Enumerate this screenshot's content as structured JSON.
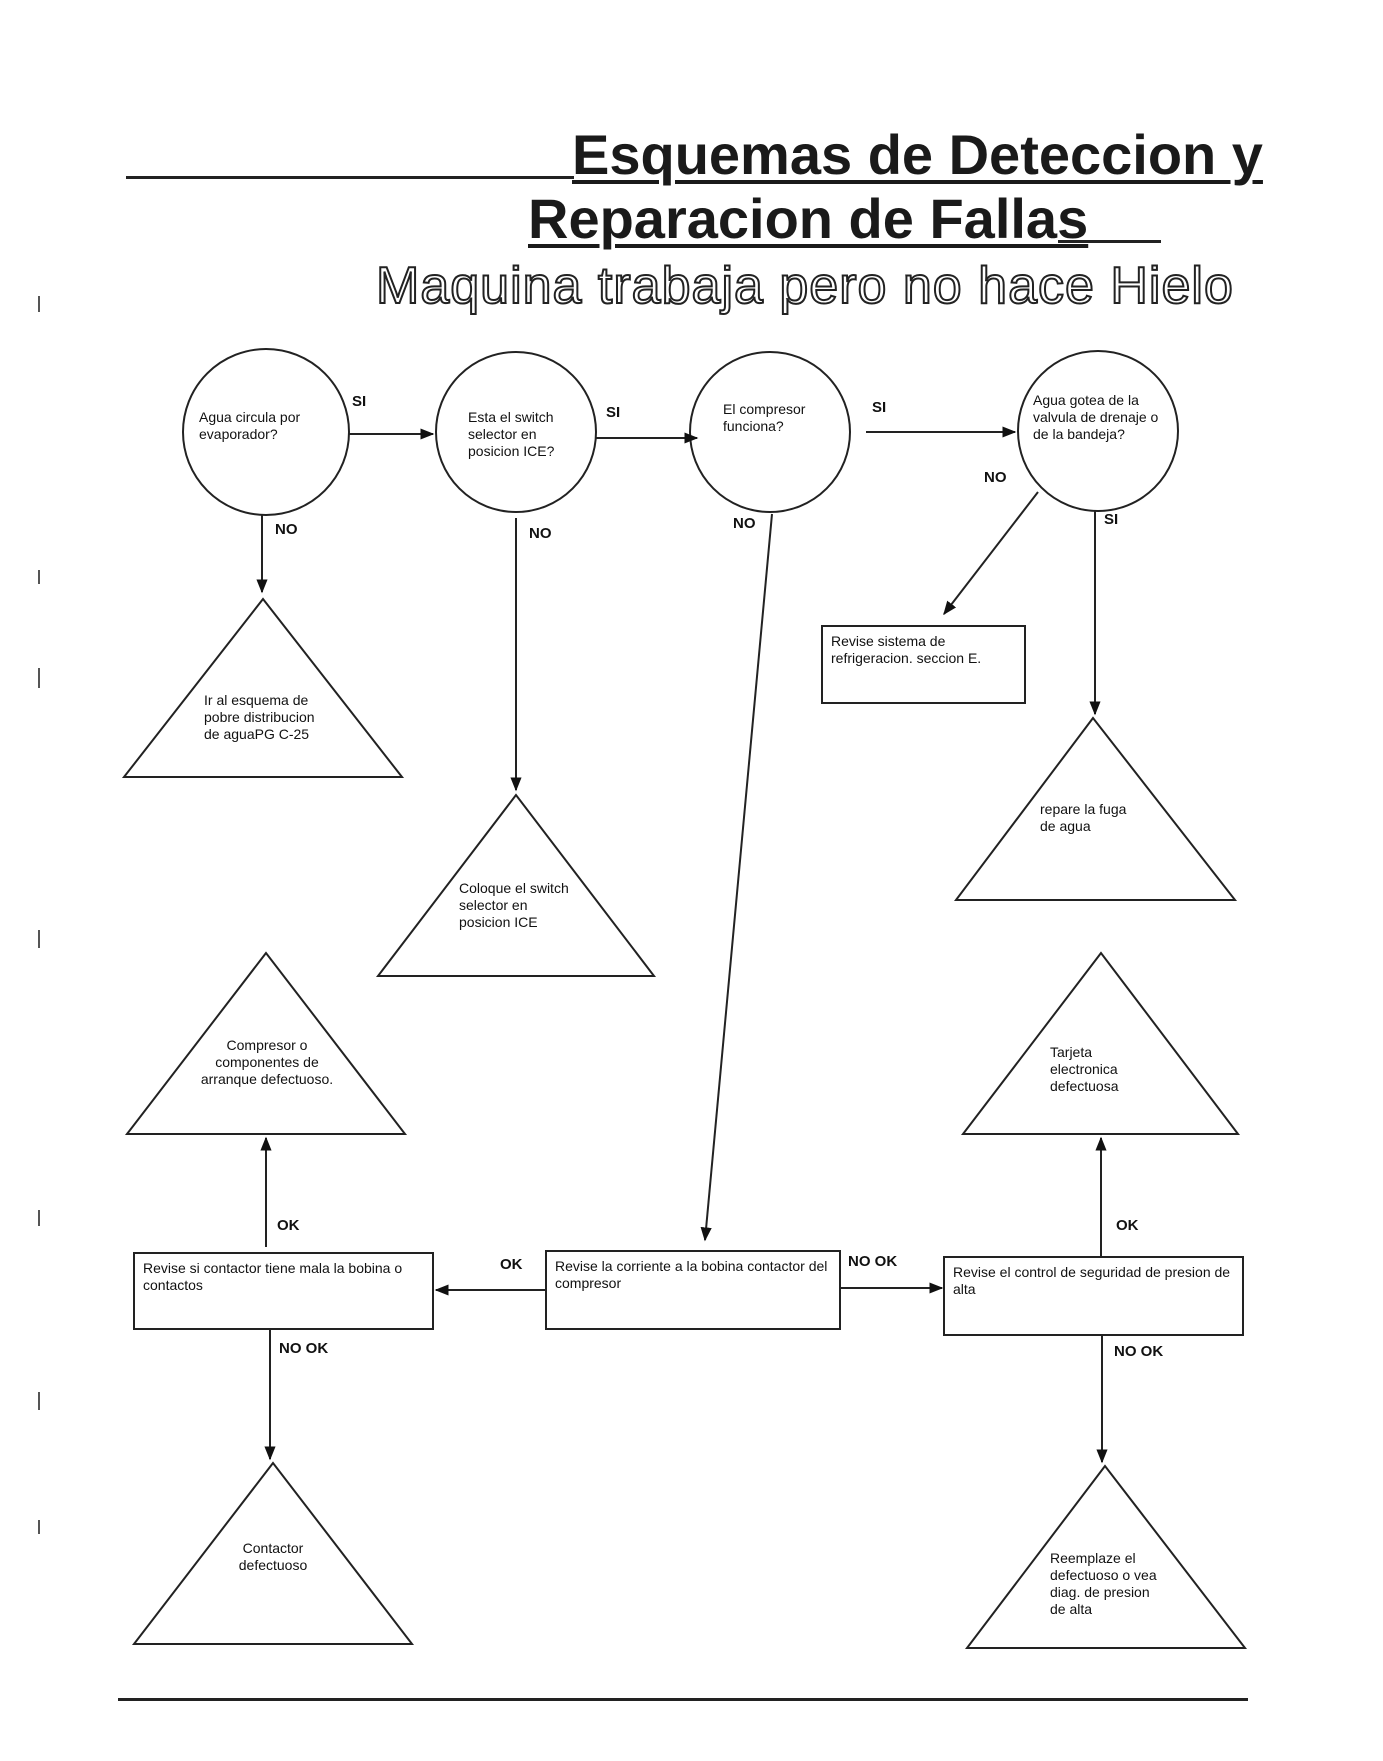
{
  "header": {
    "title_line1": "Esquemas de Deteccion y",
    "title_line2": "Reparacion de Fallas",
    "subtitle": "Maquina trabaja pero no hace Hielo"
  },
  "nodes": {
    "q1": "Agua circula por evaporador?",
    "q2": "Esta el switch selector en posicion ICE?",
    "q3": "El compresor funciona?",
    "q4": "Agua gotea de la valvula de drenaje o de la bandeja?",
    "t1": "Ir al esquema de pobre distribucion de aguaPG C-25",
    "t2": "Coloque el switch selector en posicion ICE",
    "b1": "Revise sistema de refrigeracion. seccion E.",
    "t3": "repare la fuga de agua",
    "t4": "Compresor o componentes de arranque defectuoso.",
    "t5": "Tarjeta electronica defectuosa",
    "b2": "Revise si contactor tiene mala la bobina o contactos",
    "b3": "Revise la corriente a la bobina contactor del compresor",
    "b4": "Revise el control de seguridad de presion de alta",
    "t6": "Contactor defectuoso",
    "t7": "Reemplaze el defectuoso o vea diag. de presion de alta"
  },
  "edges": {
    "si": "SI",
    "no": "NO",
    "ok": "OK",
    "nook": "NO OK"
  }
}
